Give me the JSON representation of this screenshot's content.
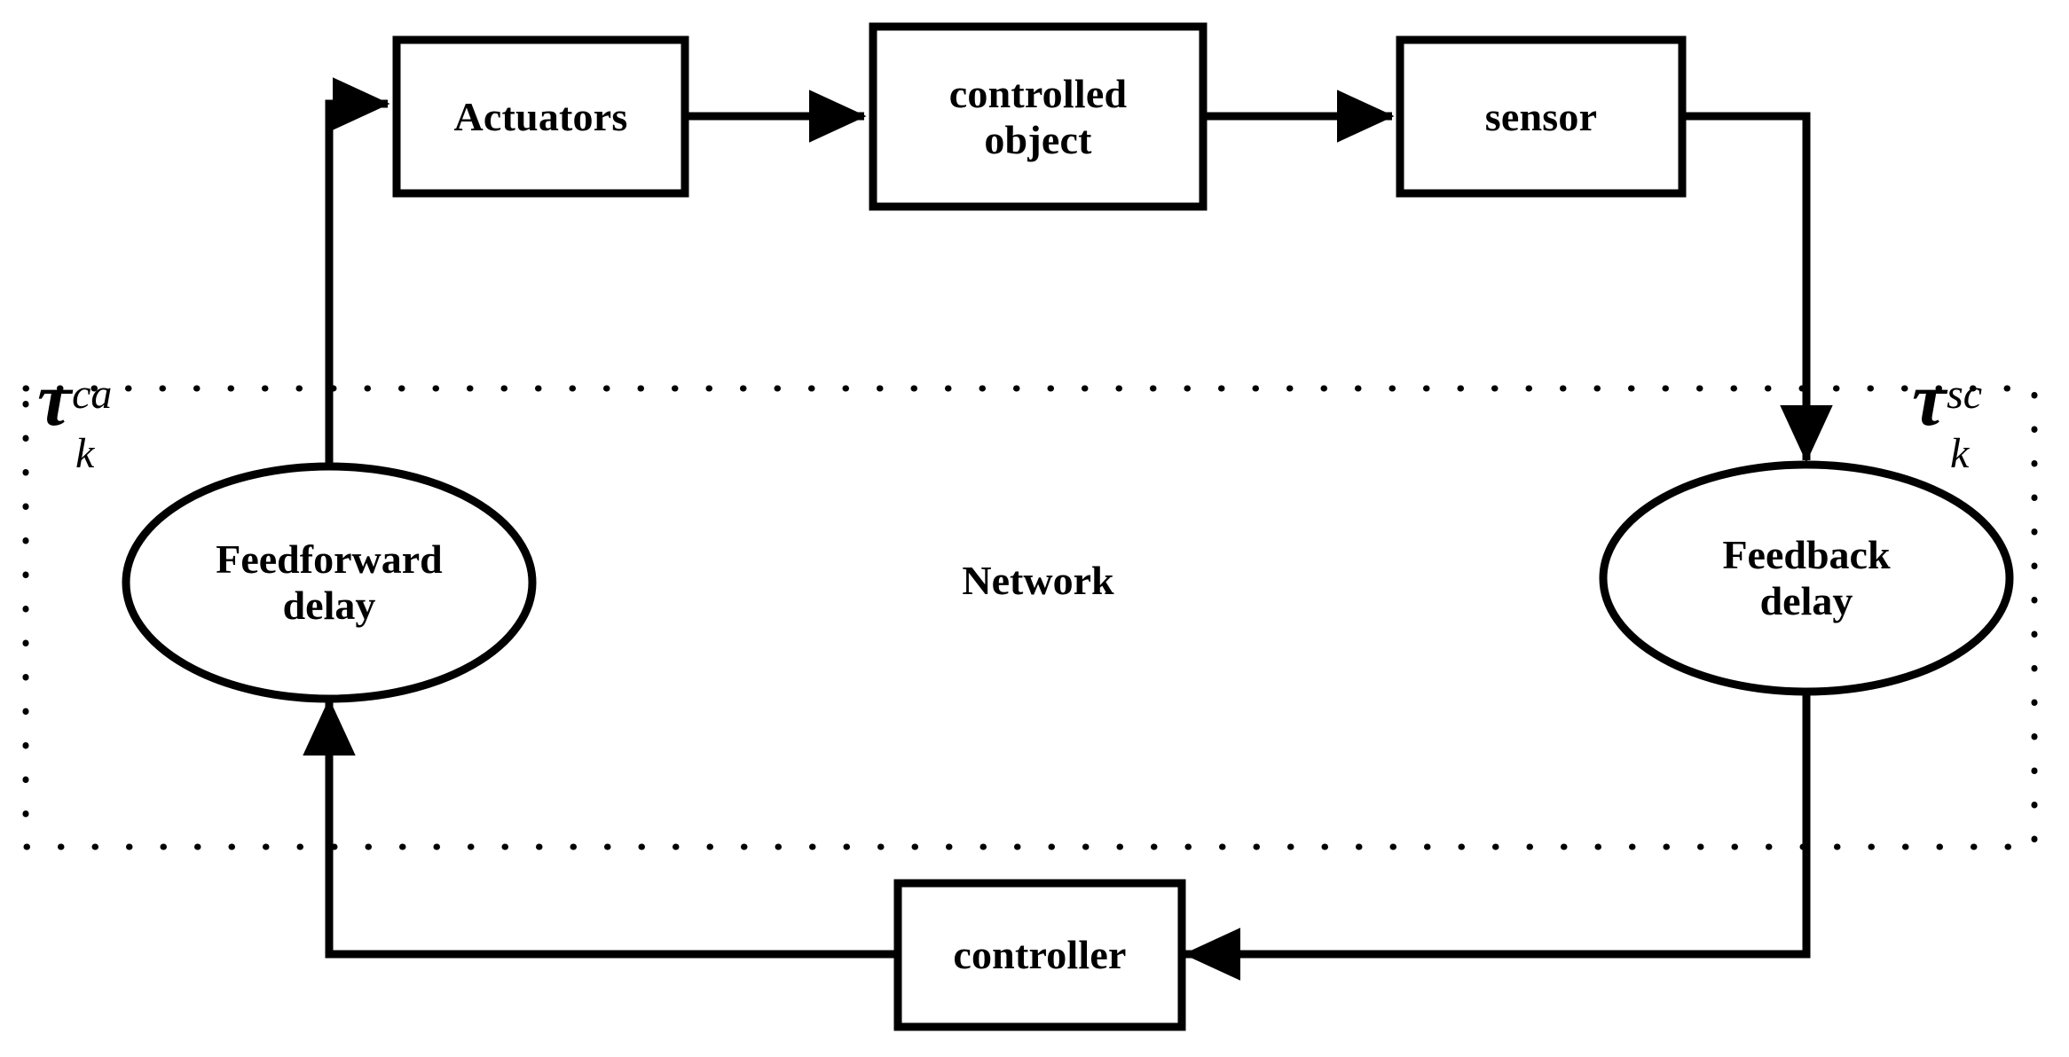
{
  "diagram": {
    "title": "Networked control system with feedforward and feedback delays",
    "stroke_color": "#000000",
    "background_color": "#ffffff",
    "network_region": {
      "label": "Network",
      "border_style": "dotted",
      "left_delay_symbol": {
        "base": "τ",
        "superscript": "ca",
        "subscript": "k"
      },
      "right_delay_symbol": {
        "base": "τ",
        "superscript": "sc",
        "subscript": "k"
      }
    },
    "nodes": [
      {
        "id": "actuators",
        "shape": "rect",
        "label": "Actuators"
      },
      {
        "id": "controlled",
        "shape": "rect",
        "label": "controlled\nobject"
      },
      {
        "id": "sensor",
        "shape": "rect",
        "label": "sensor"
      },
      {
        "id": "feedforward",
        "shape": "ellipse",
        "label": "Feedforward\ndelay"
      },
      {
        "id": "feedback",
        "shape": "ellipse",
        "label": "Feedback\ndelay"
      },
      {
        "id": "controller",
        "shape": "rect",
        "label": "controller"
      }
    ],
    "edges": [
      {
        "from": "feedforward",
        "to": "actuators",
        "arrow": "right"
      },
      {
        "from": "actuators",
        "to": "controlled",
        "arrow": "right"
      },
      {
        "from": "controlled",
        "to": "sensor",
        "arrow": "right"
      },
      {
        "from": "sensor",
        "to": "feedback",
        "arrow": "down"
      },
      {
        "from": "feedback",
        "to": "controller",
        "arrow": "left"
      },
      {
        "from": "controller",
        "to": "feedforward",
        "arrow": "up"
      }
    ]
  }
}
